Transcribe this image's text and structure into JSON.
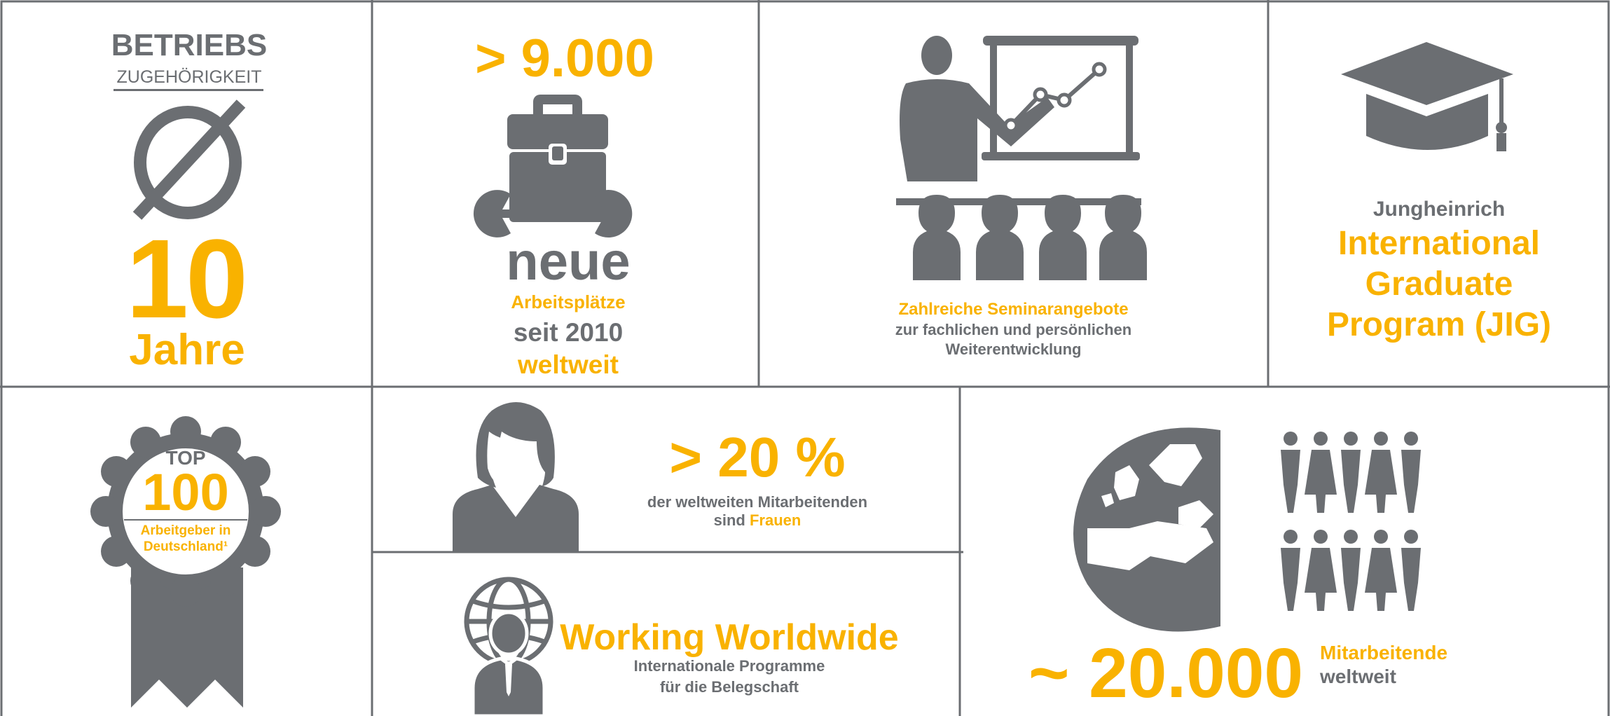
{
  "colors": {
    "accent": "#f9b200",
    "gray": "#6b6e72",
    "line": "#6b6e72"
  },
  "tenure": {
    "title": "BETRIEBS",
    "subtitle": "ZUGEHÖRIGKEIT",
    "symbol": "Ø",
    "value": "10",
    "unit": "Jahre"
  },
  "jobs": {
    "value": "> 9.000",
    "word": "neue",
    "line1": "Arbeitsplätze",
    "line2": "seit 2010",
    "line3": "weltweit",
    "icon": "briefcase-wrench-icon"
  },
  "seminar": {
    "line1": "Zahlreiche Seminarangebote",
    "line2": "zur fachlichen und persönlichen",
    "line3": "Weiterentwicklung",
    "icon": "presentation-icon"
  },
  "graduate": {
    "line1": "Jungheinrich",
    "line2": "International",
    "line3": "Graduate",
    "line4": "Program (JIG)",
    "icon": "graduation-cap-icon"
  },
  "award": {
    "top": "TOP",
    "value": "100",
    "line1": "Arbeitgeber in",
    "line2": "Deutschland¹",
    "icon": "rosette-icon"
  },
  "women": {
    "value": "> 20 %",
    "line1": "der weltweiten Mitarbeitenden",
    "line2_prefix": "sind ",
    "line2_accent": "Frauen",
    "icon": "woman-icon"
  },
  "worldwide": {
    "title": "Working Worldwide",
    "line1": "Internationale Programme",
    "line2": "für die Belegschaft",
    "icon": "globe-person-icon"
  },
  "employees": {
    "value": "~ 20.000",
    "line1": "Mitarbeitende",
    "line2": "weltweit",
    "icon": "globe-people-icon"
  }
}
